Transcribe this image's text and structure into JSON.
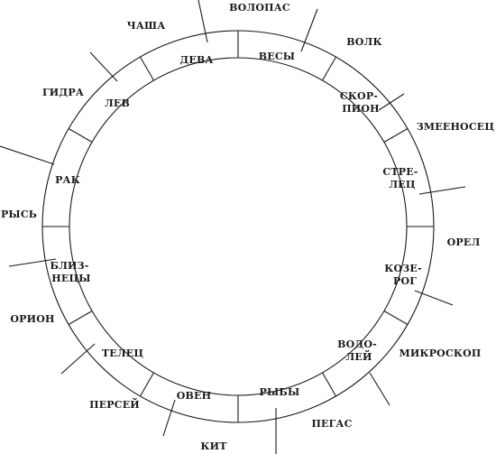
{
  "zodiac": [
    {
      "id": "deva",
      "lines": [
        "ДЕВА"
      ]
    },
    {
      "id": "vesy",
      "lines": [
        "ВЕСЫ"
      ]
    },
    {
      "id": "skorpion",
      "lines": [
        "СКОР-",
        "ПИОН"
      ]
    },
    {
      "id": "strelets",
      "lines": [
        "СТРЕ-",
        "ЛЕЦ"
      ]
    },
    {
      "id": "kozerog",
      "lines": [
        "КОЗЕ-",
        "РОГ"
      ]
    },
    {
      "id": "vodoley",
      "lines": [
        "ВОДО-",
        "ЛЕЙ"
      ]
    },
    {
      "id": "ryby",
      "lines": [
        "РЫБЫ"
      ]
    },
    {
      "id": "oven",
      "lines": [
        "ОВЕН"
      ]
    },
    {
      "id": "telets",
      "lines": [
        "ТЕЛЕЦ"
      ]
    },
    {
      "id": "bliznetsy",
      "lines": [
        "БЛИЗ-",
        "НЕЦЫ"
      ]
    },
    {
      "id": "rak",
      "lines": [
        "РАК"
      ]
    },
    {
      "id": "lev",
      "lines": [
        "ЛЕВ"
      ]
    }
  ],
  "constellations": [
    {
      "id": "volopas",
      "label": "ВОЛОПАС"
    },
    {
      "id": "chasha",
      "label": "ЧАША"
    },
    {
      "id": "volk",
      "label": "ВОЛК"
    },
    {
      "id": "gidra",
      "label": "ГИДРА"
    },
    {
      "id": "zmeenosets",
      "label": "ЗМЕЕНОСЕЦ"
    },
    {
      "id": "rys",
      "label": "РЫСЬ"
    },
    {
      "id": "orel",
      "label": "ОРЕЛ"
    },
    {
      "id": "orion",
      "label": "ОРИОН"
    },
    {
      "id": "mikroskop",
      "label": "МИКРОСКОП"
    },
    {
      "id": "persey",
      "label": "ПЕРСЕЙ"
    },
    {
      "id": "pegas",
      "label": "ПЕГАС"
    },
    {
      "id": "kit",
      "label": "КИТ"
    }
  ]
}
